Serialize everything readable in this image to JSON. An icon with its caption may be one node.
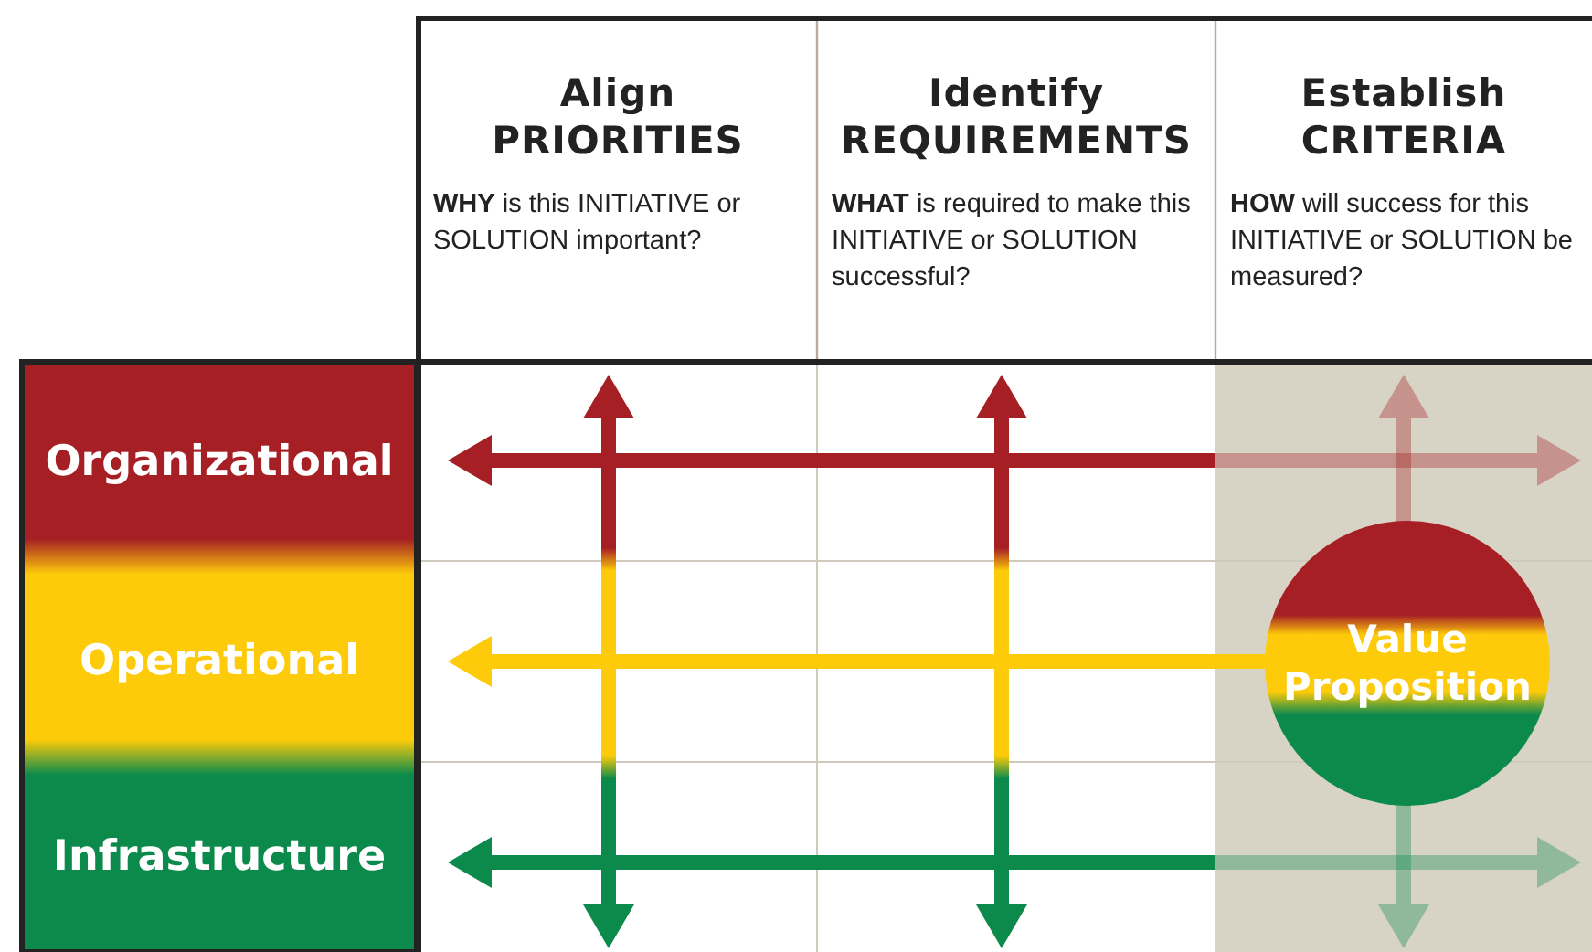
{
  "diagram": {
    "nodes": [
      {
        "text": [
          "Align PRIORITIES",
          "**WHY** is this INITIATIVE or SOLUTION important?"
        ]
      },
      {
        "text": [
          "Identify REQUIREMENTS",
          "**WHAT** is required to make this INITIATIVE or SOLUTION successful?"
        ]
      },
      {
        "text": [
          "Establish CRITERIA",
          "**HOW** will success for this INITIATIVE or SOLUTION be measured?"
        ]
      },
      {
        "text": [
          "Organizational"
        ]
      },
      {
        "text": [
          "Operational"
        ]
      },
      {
        "text": [
          "Infrastructure"
        ]
      },
      {
        "text": [
          "Value Proposition"
        ]
      }
    ]
  }
}
